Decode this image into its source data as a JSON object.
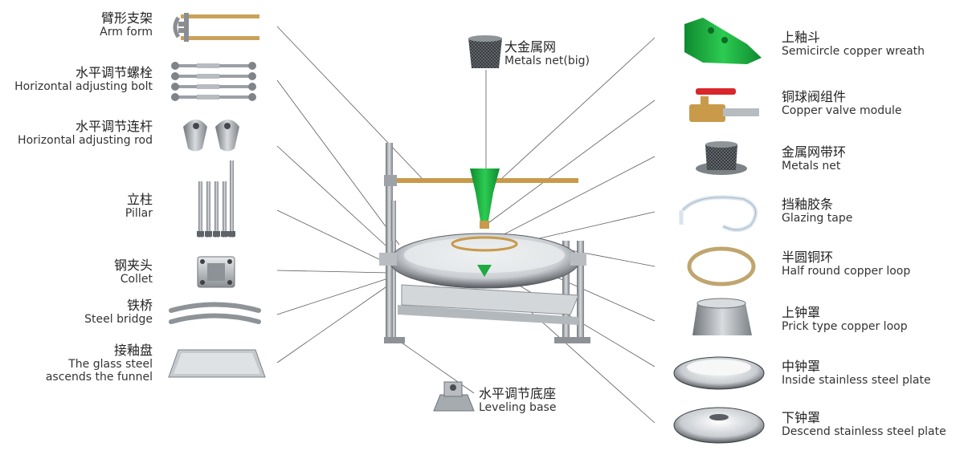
{
  "left_parts": [
    {
      "zh": "臂形支架",
      "en": "Arm form",
      "icon": "arm-form-icon"
    },
    {
      "zh": "水平调节螺栓",
      "en": "Horizontal adjusting bolt",
      "icon": "bolt-icon"
    },
    {
      "zh": "水平调节连杆",
      "en": "Horizontal adjusting rod",
      "icon": "rod-icon"
    },
    {
      "zh": "立柱",
      "en": "Pillar",
      "icon": "pillar-icon"
    },
    {
      "zh": "钢夹头",
      "en": "Collet",
      "icon": "collet-icon"
    },
    {
      "zh": "铁桥",
      "en": "Steel bridge",
      "icon": "steel-bridge-icon"
    },
    {
      "zh": "接釉盘",
      "en": "The glass steel",
      "en2": "ascends the funnel",
      "icon": "tray-icon"
    }
  ],
  "top_part": {
    "zh": "大金属网",
    "en": "Metals net(big)",
    "icon": "metal-net-big-icon"
  },
  "bottom_part": {
    "zh": "水平调节底座",
    "en": "Leveling base",
    "icon": "leveling-base-icon"
  },
  "right_parts": [
    {
      "zh": "上釉斗",
      "en": "Semicircle copper wreath",
      "icon": "glaze-funnel-icon"
    },
    {
      "zh": "铜球阀组件",
      "en": "Copper valve module",
      "icon": "valve-icon"
    },
    {
      "zh": "金属网带环",
      "en": "Metals net",
      "icon": "metal-net-ring-icon"
    },
    {
      "zh": "挡釉胶条",
      "en": "Glazing tape",
      "icon": "glazing-tape-icon"
    },
    {
      "zh": "半圆铜环",
      "en": "Half round copper loop",
      "icon": "copper-loop-icon"
    },
    {
      "zh": "上钟罩",
      "en": "Prick type copper loop",
      "icon": "upper-bell-icon"
    },
    {
      "zh": "中钟罩",
      "en": "Inside stainless steel plate",
      "icon": "middle-bell-icon"
    },
    {
      "zh": "下钟罩",
      "en": "Descend stainless steel plate",
      "icon": "lower-bell-icon"
    }
  ],
  "colors": {
    "green": "#1faa3f",
    "steel": "#a9adb1",
    "line": "#555555",
    "copper": "#c89a4a"
  }
}
